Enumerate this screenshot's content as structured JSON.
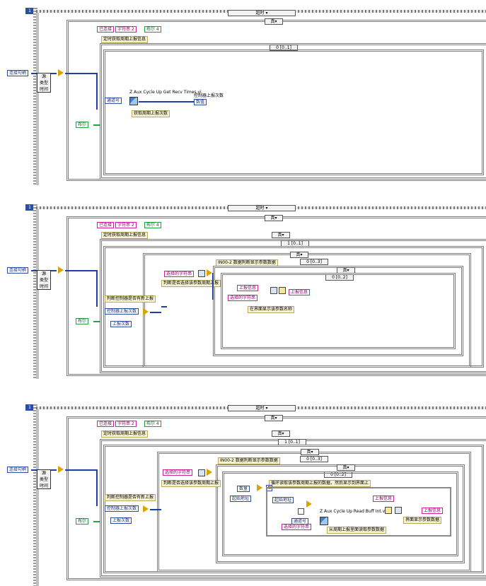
{
  "panels": [
    {
      "frame_index": "1",
      "timeout_selector": "超时",
      "outer_case": "真",
      "inner_case": "0 [0..1]",
      "connected_tag": "已连接",
      "string_constant": "字符串 2",
      "numeric_const": "布尔 4",
      "group_title": "定时获取周期上报信息",
      "handle_input": "连接句柄",
      "time_label": [
        "源",
        "类型",
        "时间"
      ],
      "bool_input": "布尔",
      "axis_input": "通道号",
      "vi_name": "Z Aux Cycle Up Get Recv Times.vi",
      "vi_caption": "获取周期上报次数",
      "output_label": "控制器上报次数",
      "output_value": "数值"
    },
    {
      "frame_index": "1",
      "timeout_selector": "超时",
      "outer_case": "真",
      "inner_case": "1 [0..1]",
      "connected_tag": "已连接",
      "string_constant": "字符串 2",
      "numeric_const": "布尔 4",
      "group_title": "定时获取周期上报信息",
      "handle_input": "连接句柄",
      "time_label": [
        "源",
        "类型",
        "时间"
      ],
      "bool_input": "布尔",
      "case2": "真",
      "case3": "0 [0..3]",
      "case4": "真",
      "case5": "0 [0..2]",
      "judge_label": "判断控制器是否有新上报",
      "report_count": "控制器上报次数",
      "last_count": "上报次数",
      "string_input": "选择的字符串",
      "judge_caption": "判断是否选择该参数周期上报",
      "array_caption": "IN00-2 数据判断显示参数数据",
      "report_info": "上报信息",
      "selected_string": "选择的字符串",
      "report_info_out": "上报信息",
      "interface_caption": "在界面显示该参数名称"
    },
    {
      "frame_index": "1",
      "timeout_selector": "超时",
      "outer_case": "真",
      "inner_case": "1 [0..1]",
      "connected_tag": "已连接",
      "string_constant": "字符串 2",
      "numeric_const": "布尔 4",
      "group_title": "定时获取周期上报信息",
      "handle_input": "连接句柄",
      "time_label": [
        "源",
        "类型",
        "时间"
      ],
      "bool_input": "布尔",
      "case2": "真",
      "case3": "0 [0..3]",
      "case4": "真",
      "case5": "0 [0..2]",
      "judge_label": "判断控制器是否有新上报",
      "report_count": "控制器上报次数",
      "last_count": "上报次数",
      "string_input": "选择的字符串",
      "judge_caption": "判断是否选择该参数周期上报",
      "array_caption": "IN00-2 数据判断显示参数数据",
      "loop_caption": "循环读取该参数周期上报的数据，然后显示到界面上",
      "count_input": "数量",
      "start_input": "起始地址",
      "start_addr": "起始地址",
      "loop_n": "N",
      "axis_input": "通道号",
      "selected_string": "选择的字符串",
      "vi_name": "Z Aux Cycle Up Read Buff Int.vi",
      "vi_caption": "从周期上报里面读取参数数据",
      "report_info": "上报信息",
      "report_info_out": "上报信息",
      "interface_caption": "界面显示参数数据"
    }
  ]
}
